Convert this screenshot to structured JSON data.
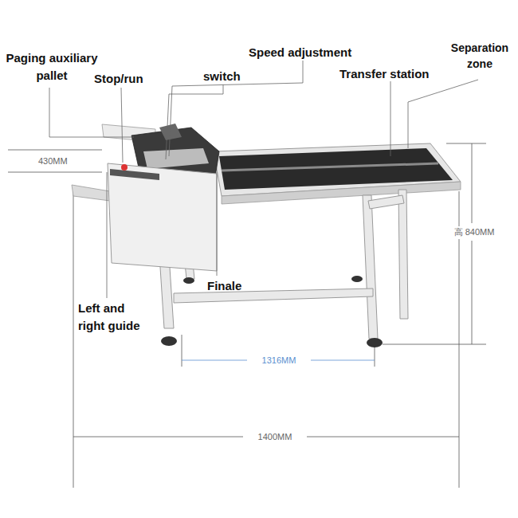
{
  "diagram": {
    "labels": [
      "Paging auxiliary pallet",
      "Stop/run",
      "switch",
      "Speed adjustment",
      "Transfer station",
      "Separation zone",
      "Finale",
      "Left and right guide",
      "430MM",
      "高 840MM",
      "1316MM",
      "1400MM"
    ]
  }
}
